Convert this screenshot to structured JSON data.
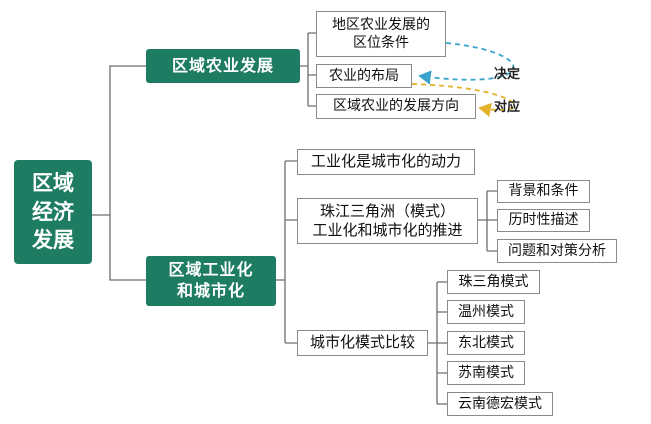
{
  "colors": {
    "node_fill": "#1d7c61",
    "node_text": "#ffffff",
    "connector": "#6e6e6e",
    "arrow_blue": "#3aa3c9",
    "arrow_yellow": "#e2b22a"
  },
  "root": {
    "label": "区域\n经济\n发展"
  },
  "agriculture": {
    "label": "区域农业发展",
    "children": [
      "地区农业发展的\n区位条件",
      "农业的布局",
      "区域农业的发展方向"
    ],
    "relation_decide": "决定",
    "relation_correspond": "对应"
  },
  "industry": {
    "label": "区域工业化\n和城市化",
    "children": {
      "driver": "工业化是城市化的动力",
      "prd": "珠江三角洲（模式）\n工业化和城市化的推进",
      "prd_children": [
        "背景和条件",
        "历时性描述",
        "问题和对策分析"
      ],
      "compare": "城市化模式比较",
      "compare_children": [
        "珠三角模式",
        "温州模式",
        "东北模式",
        "苏南模式",
        "云南德宏模式"
      ]
    }
  }
}
